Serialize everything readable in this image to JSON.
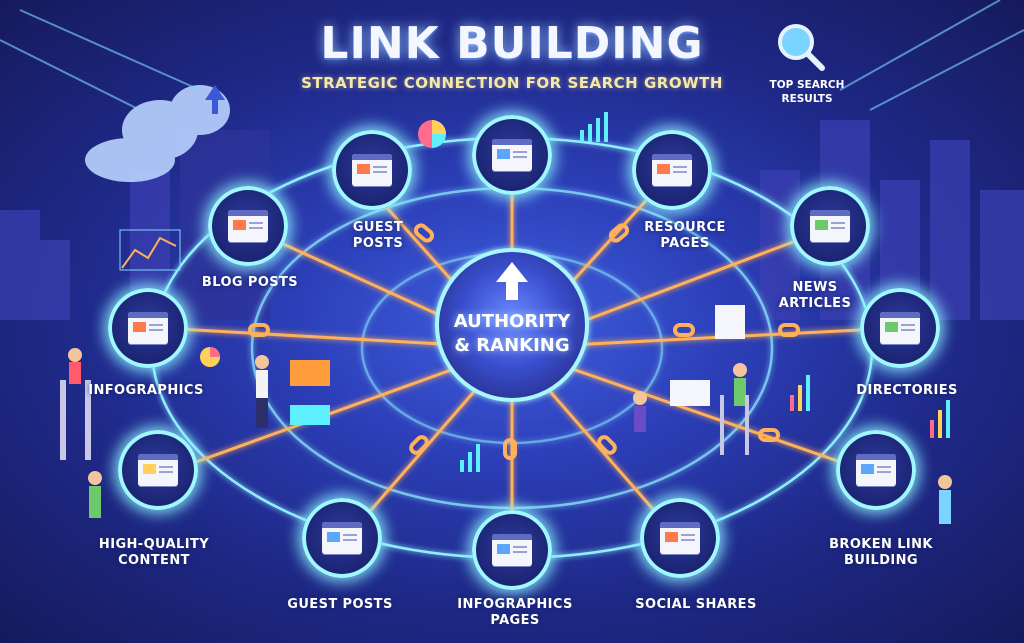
{
  "title": "LINK BUILDING",
  "subtitle": "STRATEGIC CONNECTION FOR SEARCH GROWTH",
  "top_results": "TOP SEARCH RESULTS",
  "hub": {
    "line1": "AUTHORITY",
    "line2": "& RANKING"
  },
  "labels": {
    "guest_posts_top": "GUEST POSTS",
    "resource_pages": "RESOURCE PAGES",
    "blog_posts": "BLOG POSTS",
    "news_articles": "NEWS ARTICLES",
    "infographics": "INFOGRAPHICS",
    "directories": "DIRECTORIES",
    "high_quality_content": "HIGH-QUALITY CONTENT",
    "broken_link_building": "BROKEN LINK BUILDING",
    "guest_posts_bottom": "GUEST POSTS",
    "infographics_pages": "INFOGRAPHICS PAGES",
    "social_shares": "SOCIAL SHARES"
  },
  "colors": {
    "glow": "#9ff7ff",
    "link_orange": "#ff9d3c",
    "accent_yellow": "#f6e9a8",
    "bg_deep": "#161a5c"
  },
  "icons": [
    "magnifier-icon",
    "cloud-upload-icon",
    "browser-window-icon",
    "chain-link-icon",
    "up-arrow-icon",
    "bar-chart-icon",
    "pie-chart-icon"
  ]
}
